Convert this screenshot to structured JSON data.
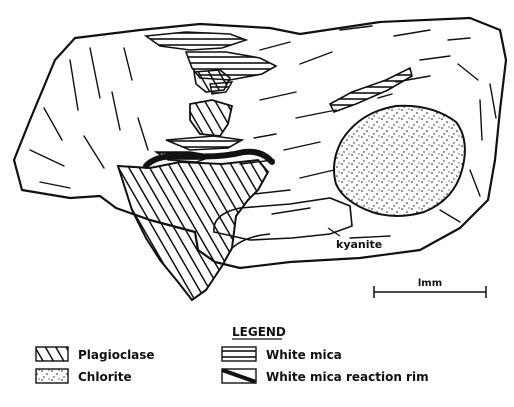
{
  "labels": {
    "kyanite": "kyanite",
    "scale_bar": "lmm"
  },
  "legend": {
    "title": "LEGEND",
    "items": [
      {
        "key": "plagioclase",
        "label": "Plagioclase",
        "pattern": "diagonal-hatch"
      },
      {
        "key": "chlorite",
        "label": "Chlorite",
        "pattern": "stipple"
      },
      {
        "key": "white_mica",
        "label": "White mica",
        "pattern": "horizontal-lines"
      },
      {
        "key": "white_mica_rim",
        "label": "White mica reaction rim",
        "pattern": "thick-black-band"
      }
    ]
  },
  "colors": {
    "ink": "#111111",
    "paper": "#ffffff"
  }
}
